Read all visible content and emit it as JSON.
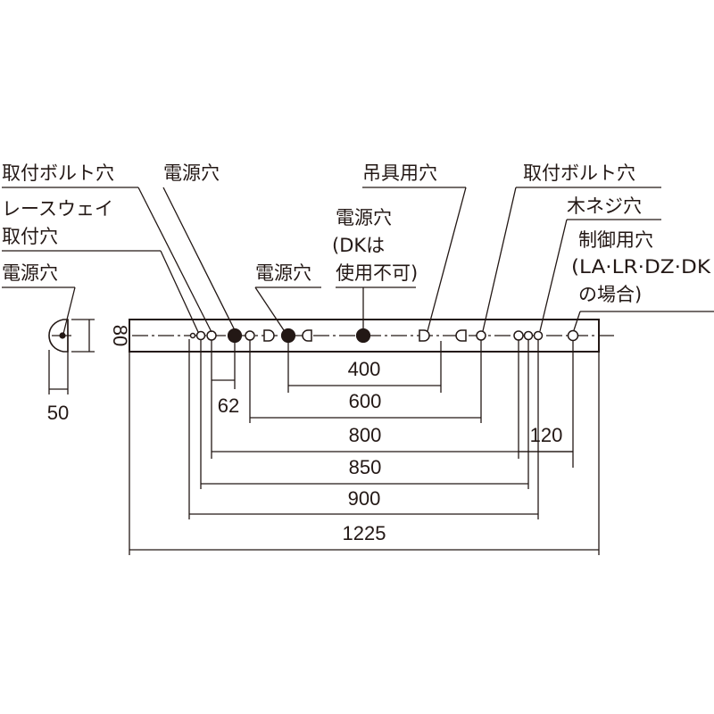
{
  "labels": {
    "mount_bolt_hole_left": "取付ボルト穴",
    "power_hole_top": "電源穴",
    "hanger_hole": "吊具用穴",
    "mount_bolt_hole_right": "取付ボルト穴",
    "raceway_line1": "レースウェイ",
    "raceway_line2": "取付穴",
    "power_hole_dk_line1": "電源穴",
    "power_hole_dk_line2": "(DKは",
    "power_hole_dk_line3": "使用不可)",
    "wood_screw_hole": "木ネジ穴",
    "control_line1": "制御用穴",
    "control_line2": "(LA·LR·DZ·DK",
    "control_line3": "の場合)",
    "power_hole_mid": "電源穴",
    "power_hole_side": "電源穴"
  },
  "dimensions": {
    "height": "80",
    "width": "50",
    "d62": "62",
    "d400": "400",
    "d600": "600",
    "d800": "800",
    "d120": "120",
    "d850": "850",
    "d900": "900",
    "d1225": "1225"
  }
}
